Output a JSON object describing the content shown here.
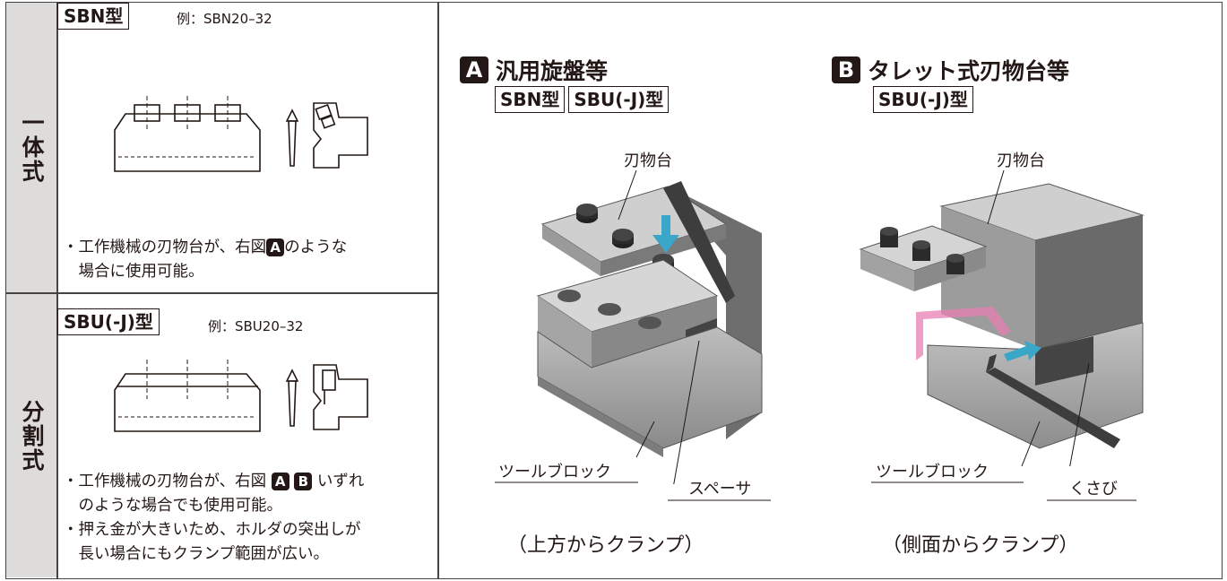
{
  "rows": [
    {
      "label": "一体式",
      "type_tag": "SBN型",
      "example": "例：SBN20–32",
      "notes": [
        {
          "parts": [
            "・工作機械の刃物台が、右図",
            "A",
            "のような"
          ]
        },
        {
          "parts": [
            "　場合に使用可能。"
          ]
        }
      ]
    },
    {
      "label": "分割式",
      "type_tag": "SBU(-J)型",
      "example": "例：SBU20–32",
      "notes": [
        {
          "parts": [
            "・工作機械の刃物台が、右図 ",
            "A",
            " ",
            "B",
            " いずれ"
          ]
        },
        {
          "parts": [
            "　のような場合でも使用可能。"
          ]
        },
        {
          "parts": [
            "・押え金が大きいため、ホルダの突出しが"
          ]
        },
        {
          "parts": [
            "　長い場合にもクランプ範囲が広い。"
          ]
        }
      ]
    }
  ],
  "section_a": {
    "badge": "A",
    "title": "汎用旋盤等",
    "tags": [
      "SBN型",
      "SBU(-J)型"
    ],
    "callouts": {
      "top": "刃物台",
      "bottom_left": "ツールブロック",
      "bottom_right": "スペーサ"
    },
    "caption": "（上方からクランプ）"
  },
  "section_b": {
    "badge": "B",
    "title": "タレット式刃物台等",
    "tags": [
      "SBU(-J)型"
    ],
    "callouts": {
      "top": "刃物台",
      "bottom_left": "ツールブロック",
      "bottom_right": "くさび"
    },
    "caption": "（側面からクランプ）"
  },
  "colors": {
    "label_bg": "#dedcdb",
    "text": "#231815",
    "arrow_cyan": "#3aa6c8",
    "arrow_pink": "#e77fb3"
  }
}
